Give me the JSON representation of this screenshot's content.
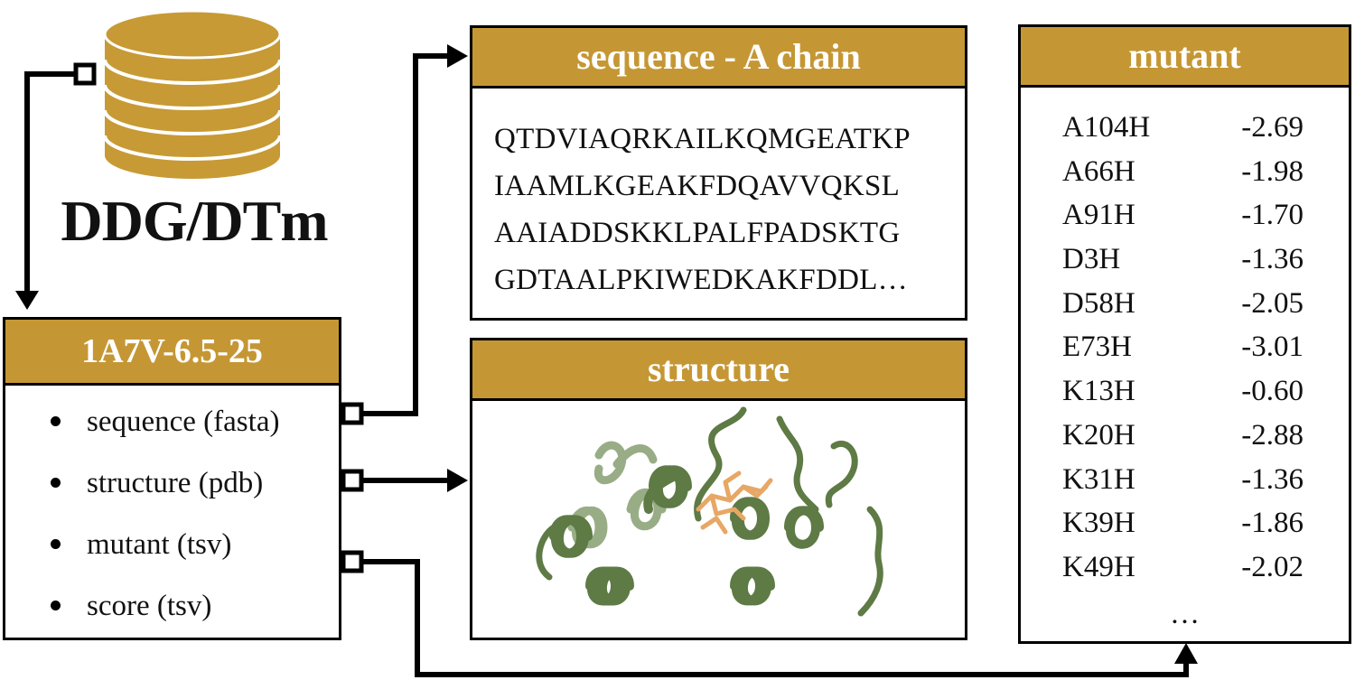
{
  "colors": {
    "header_gold": "#C59734",
    "db_gold": "#C79A35",
    "protein_green": "#5E7A45",
    "protein_light_green": "#8DA57A",
    "ligand_orange": "#E7A765",
    "line": "#000000"
  },
  "database": {
    "icon": "database-icon",
    "label": "DDG/DTm"
  },
  "entry": {
    "title": "1A7V-6.5-25",
    "items": [
      "sequence (fasta)",
      "structure (pdb)",
      "mutant (tsv)",
      "score (tsv)"
    ]
  },
  "sequence": {
    "title": "sequence - A chain",
    "lines": [
      "QTDVIAQRKAILKQMGEATKP",
      "IAAMLKGEAKFDQAVVQKSL",
      "AAIADDSKKLPALFPADSKTG",
      "GDTAALPKIWEDKAKFDDL…"
    ]
  },
  "structure": {
    "title": "structure",
    "image": "protein-ribbon-structure"
  },
  "mutant": {
    "title": "mutant",
    "rows": [
      {
        "name": "A104H",
        "score": "-2.69"
      },
      {
        "name": "A66H",
        "score": "-1.98"
      },
      {
        "name": "A91H",
        "score": "-1.70"
      },
      {
        "name": "D3H",
        "score": "-1.36"
      },
      {
        "name": "D58H",
        "score": "-2.05"
      },
      {
        "name": "E73H",
        "score": "-3.01"
      },
      {
        "name": "K13H",
        "score": "-0.60"
      },
      {
        "name": "K20H",
        "score": "-2.88"
      },
      {
        "name": "K31H",
        "score": "-1.36"
      },
      {
        "name": "K39H",
        "score": "-1.86"
      },
      {
        "name": "K49H",
        "score": "-2.02"
      }
    ],
    "ellipsis": "…"
  }
}
